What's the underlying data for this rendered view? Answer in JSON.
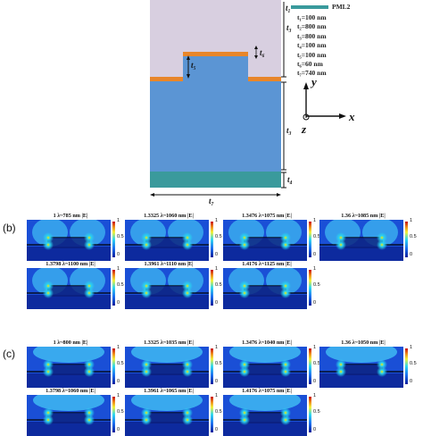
{
  "schematic": {
    "legend_label": "PML2",
    "params": [
      "t₁=100 nm",
      "t₂=800 nm",
      "t₃=800 nm",
      "t₄=100 nm",
      "t₅=100 nm",
      "t₆=60 nm",
      "t₇=740 nm"
    ],
    "dimension_labels": {
      "t1": "t₁",
      "t3": "t₃",
      "t4": "t₄",
      "t5": "t₅",
      "t6": "t₆",
      "t7": "t₇"
    },
    "axes": {
      "x": "x",
      "y": "y",
      "z": "z"
    },
    "colors": {
      "top_region": "#d8cfe0",
      "substrate": "#5b95d4",
      "metal": "#e8862a",
      "bottom_layer": "#3a9a9c"
    }
  },
  "panel_b": {
    "letter": "(b)",
    "titles": [
      "1  λ~785 nm |E|",
      "1.3325  λ~1060 nm |E|",
      "1.3476  λ~1075 nm |E|",
      "1.36  λ~1085 nm |E|",
      "1.3798  λ~1100 nm |E|",
      "1.3961  λ~1110 nm |E|",
      "1.4176  λ~1125 nm |E|"
    ]
  },
  "panel_c": {
    "letter": "(c)",
    "titles": [
      "1  λ~800 nm |E|",
      "1.3325  λ~1035 nm |E|",
      "1.3476  λ~1040 nm |E|",
      "1.36  λ~1050 nm |E|",
      "1.3798  λ~1060 nm |E|",
      "1.3961  λ~1065 nm |E|",
      "1.4176  λ~1075 nm |E|"
    ]
  },
  "colorbar": {
    "max": "1",
    "mid": "0.5",
    "min": "0"
  }
}
